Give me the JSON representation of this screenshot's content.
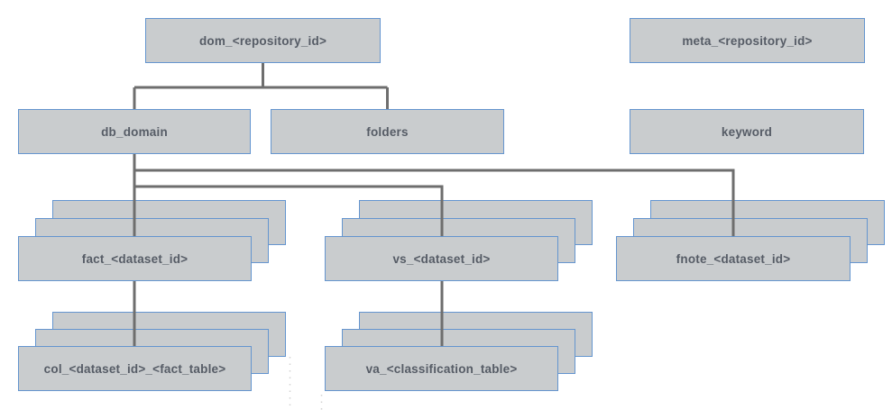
{
  "diagram": {
    "type": "hierarchy",
    "colors": {
      "box_fill": "#c9ccce",
      "box_border": "#6495cf",
      "connector": "#6e6e6e",
      "label": "#565c66",
      "page_break": "#d2d2d2"
    },
    "nodes": {
      "dom": {
        "label": "dom_<repository_id>",
        "stacked": false
      },
      "meta": {
        "label": "meta_<repository_id>",
        "stacked": false
      },
      "db_domain": {
        "label": "db_domain",
        "stacked": false
      },
      "folders": {
        "label": "folders",
        "stacked": false
      },
      "keyword": {
        "label": "keyword",
        "stacked": false
      },
      "fact": {
        "label": "fact_<dataset_id>",
        "stacked": true
      },
      "vs": {
        "label": "vs_<dataset_id>",
        "stacked": true
      },
      "fnote": {
        "label": "fnote_<dataset_id>",
        "stacked": true
      },
      "col": {
        "label": "col_<dataset_id>_<fact_table>",
        "stacked": true
      },
      "va": {
        "label": "va_<classification_table>",
        "stacked": true
      }
    },
    "edges": [
      {
        "from": "dom_<repository_id>",
        "to": "db_domain"
      },
      {
        "from": "dom_<repository_id>",
        "to": "folders"
      },
      {
        "from": "db_domain",
        "to": "fact_<dataset_id>"
      },
      {
        "from": "db_domain",
        "to": "vs_<dataset_id>"
      },
      {
        "from": "db_domain",
        "to": "fnote_<dataset_id>"
      },
      {
        "from": "fact_<dataset_id>",
        "to": "col_<dataset_id>_<fact_table>"
      },
      {
        "from": "vs_<dataset_id>",
        "to": "va_<classification_table>"
      }
    ]
  }
}
